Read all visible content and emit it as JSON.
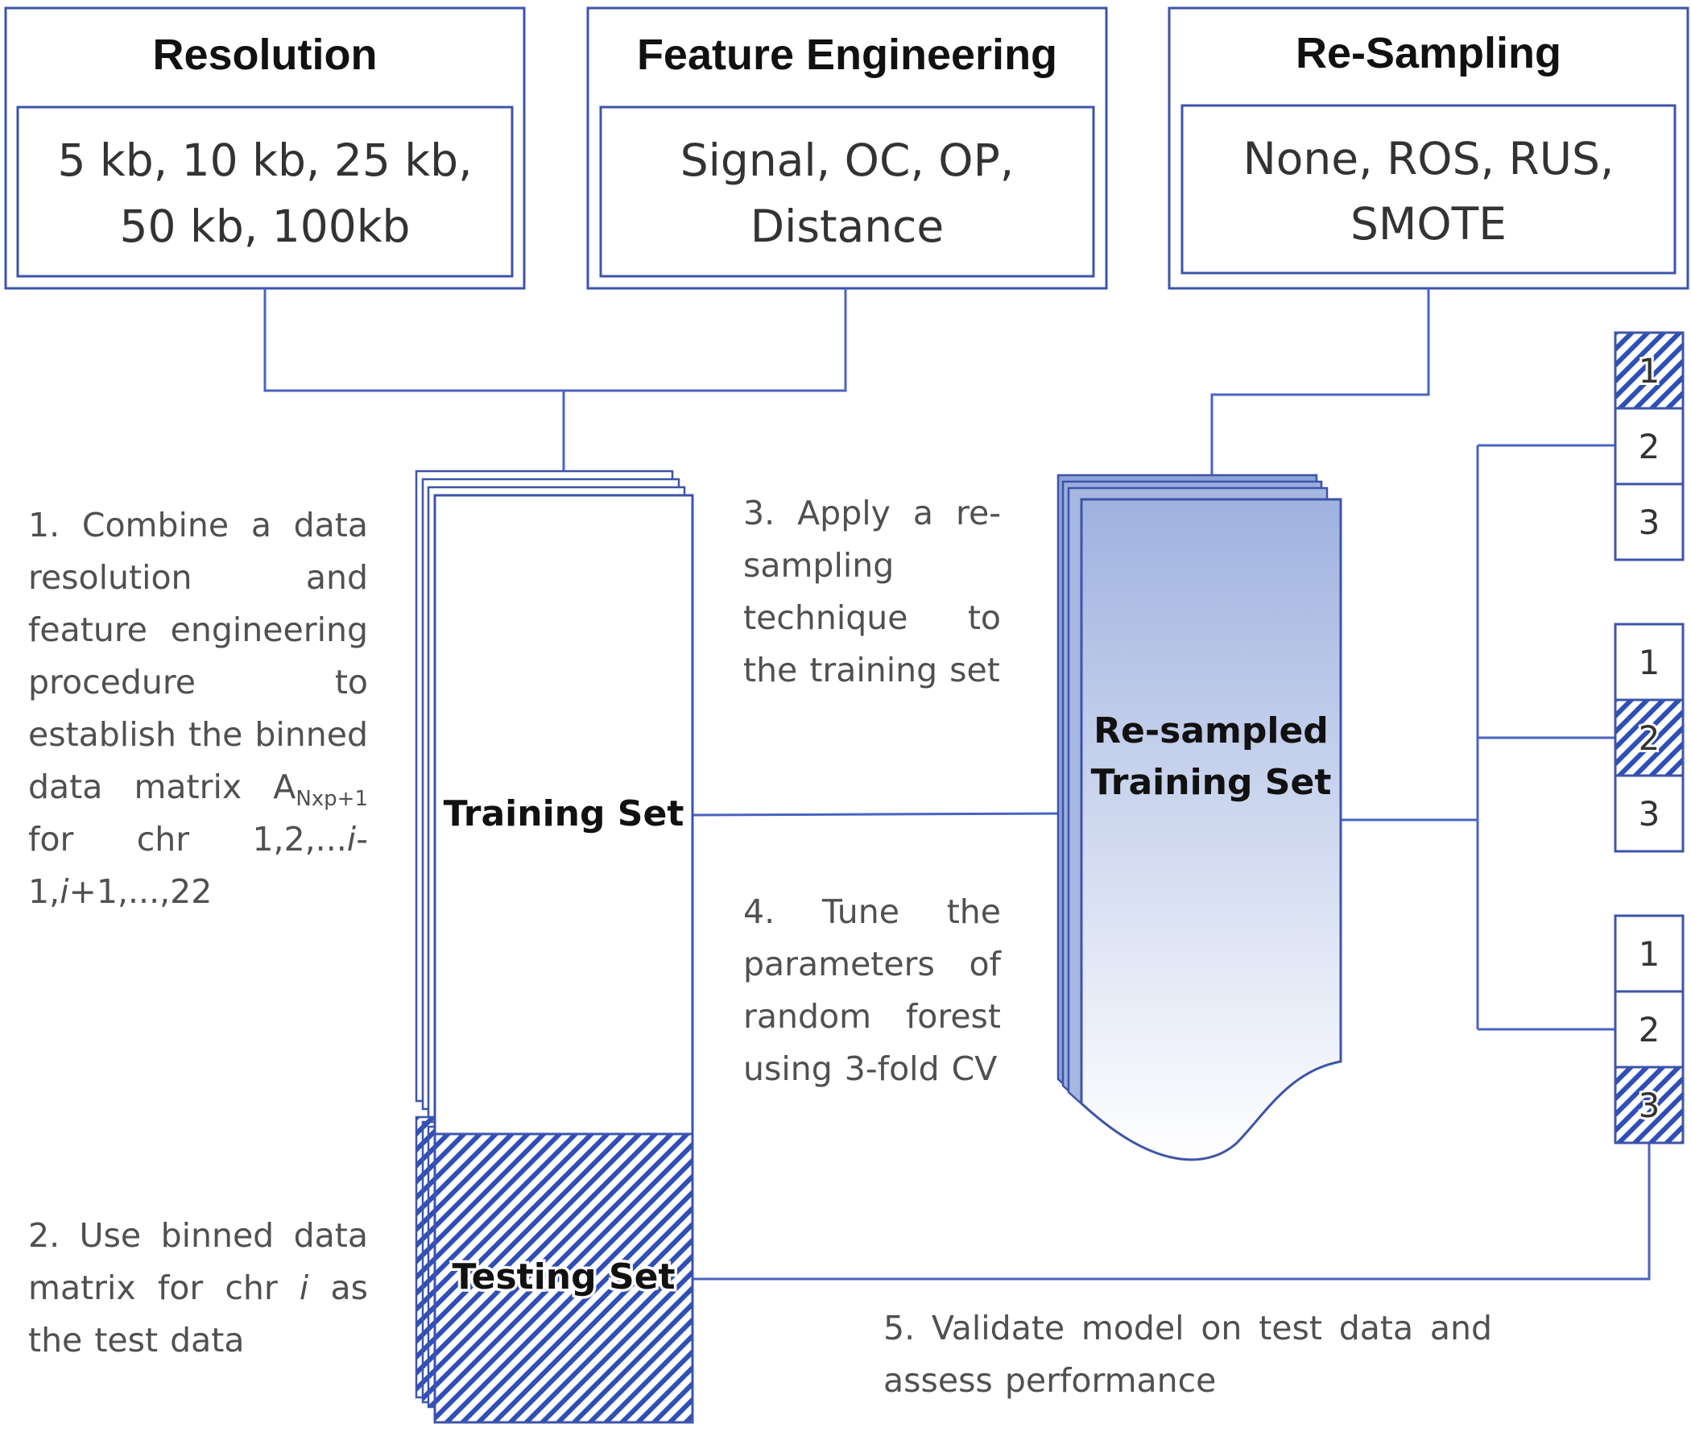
{
  "boxes": {
    "resolution": {
      "title": "Resolution",
      "line1": "5 kb, 10 kb, 25 kb,",
      "line2": "50 kb, 100kb"
    },
    "feature_engineering": {
      "title": "Feature Engineering",
      "line1": "Signal, OC, OP,",
      "line2": "Distance"
    },
    "resampling": {
      "title": "Re-Sampling",
      "line1": "None, ROS, RUS,",
      "line2": "SMOTE"
    }
  },
  "sets": {
    "training": "Training Set",
    "testing": "Testing Set",
    "resampled_line1": "Re-sampled",
    "resampled_line2": "Training Set"
  },
  "folds": {
    "group1": [
      "1",
      "2",
      "3"
    ],
    "group2": [
      "1",
      "2",
      "3"
    ],
    "group3": [
      "1",
      "2",
      "3"
    ]
  },
  "steps": {
    "step1": {
      "part1": "1. Combine a data resolution and feature engineering procedure to establish the binned data matrix A",
      "subscript": "Nxp+1",
      "part2": " for chr 1,2,...",
      "i1": "i",
      "part3": "-1,",
      "i2": "i",
      "part4": "+1,...,22"
    },
    "step2": {
      "part1": "2. Use binned data matrix for chr ",
      "i": "i",
      "part2": " as the test data"
    },
    "step3": "3. Apply a re-sampling technique to the training set",
    "step4": "4. Tune the parameters of random forest using 3-fold CV",
    "step5": "5. Validate model on test data and assess performance"
  },
  "colors": {
    "line": "#4a63c2",
    "hatch": "#2f4fb8",
    "box_border": "#3d54a8",
    "gradient_top": "#9fb2df",
    "gradient_bottom": "#ffffff"
  }
}
